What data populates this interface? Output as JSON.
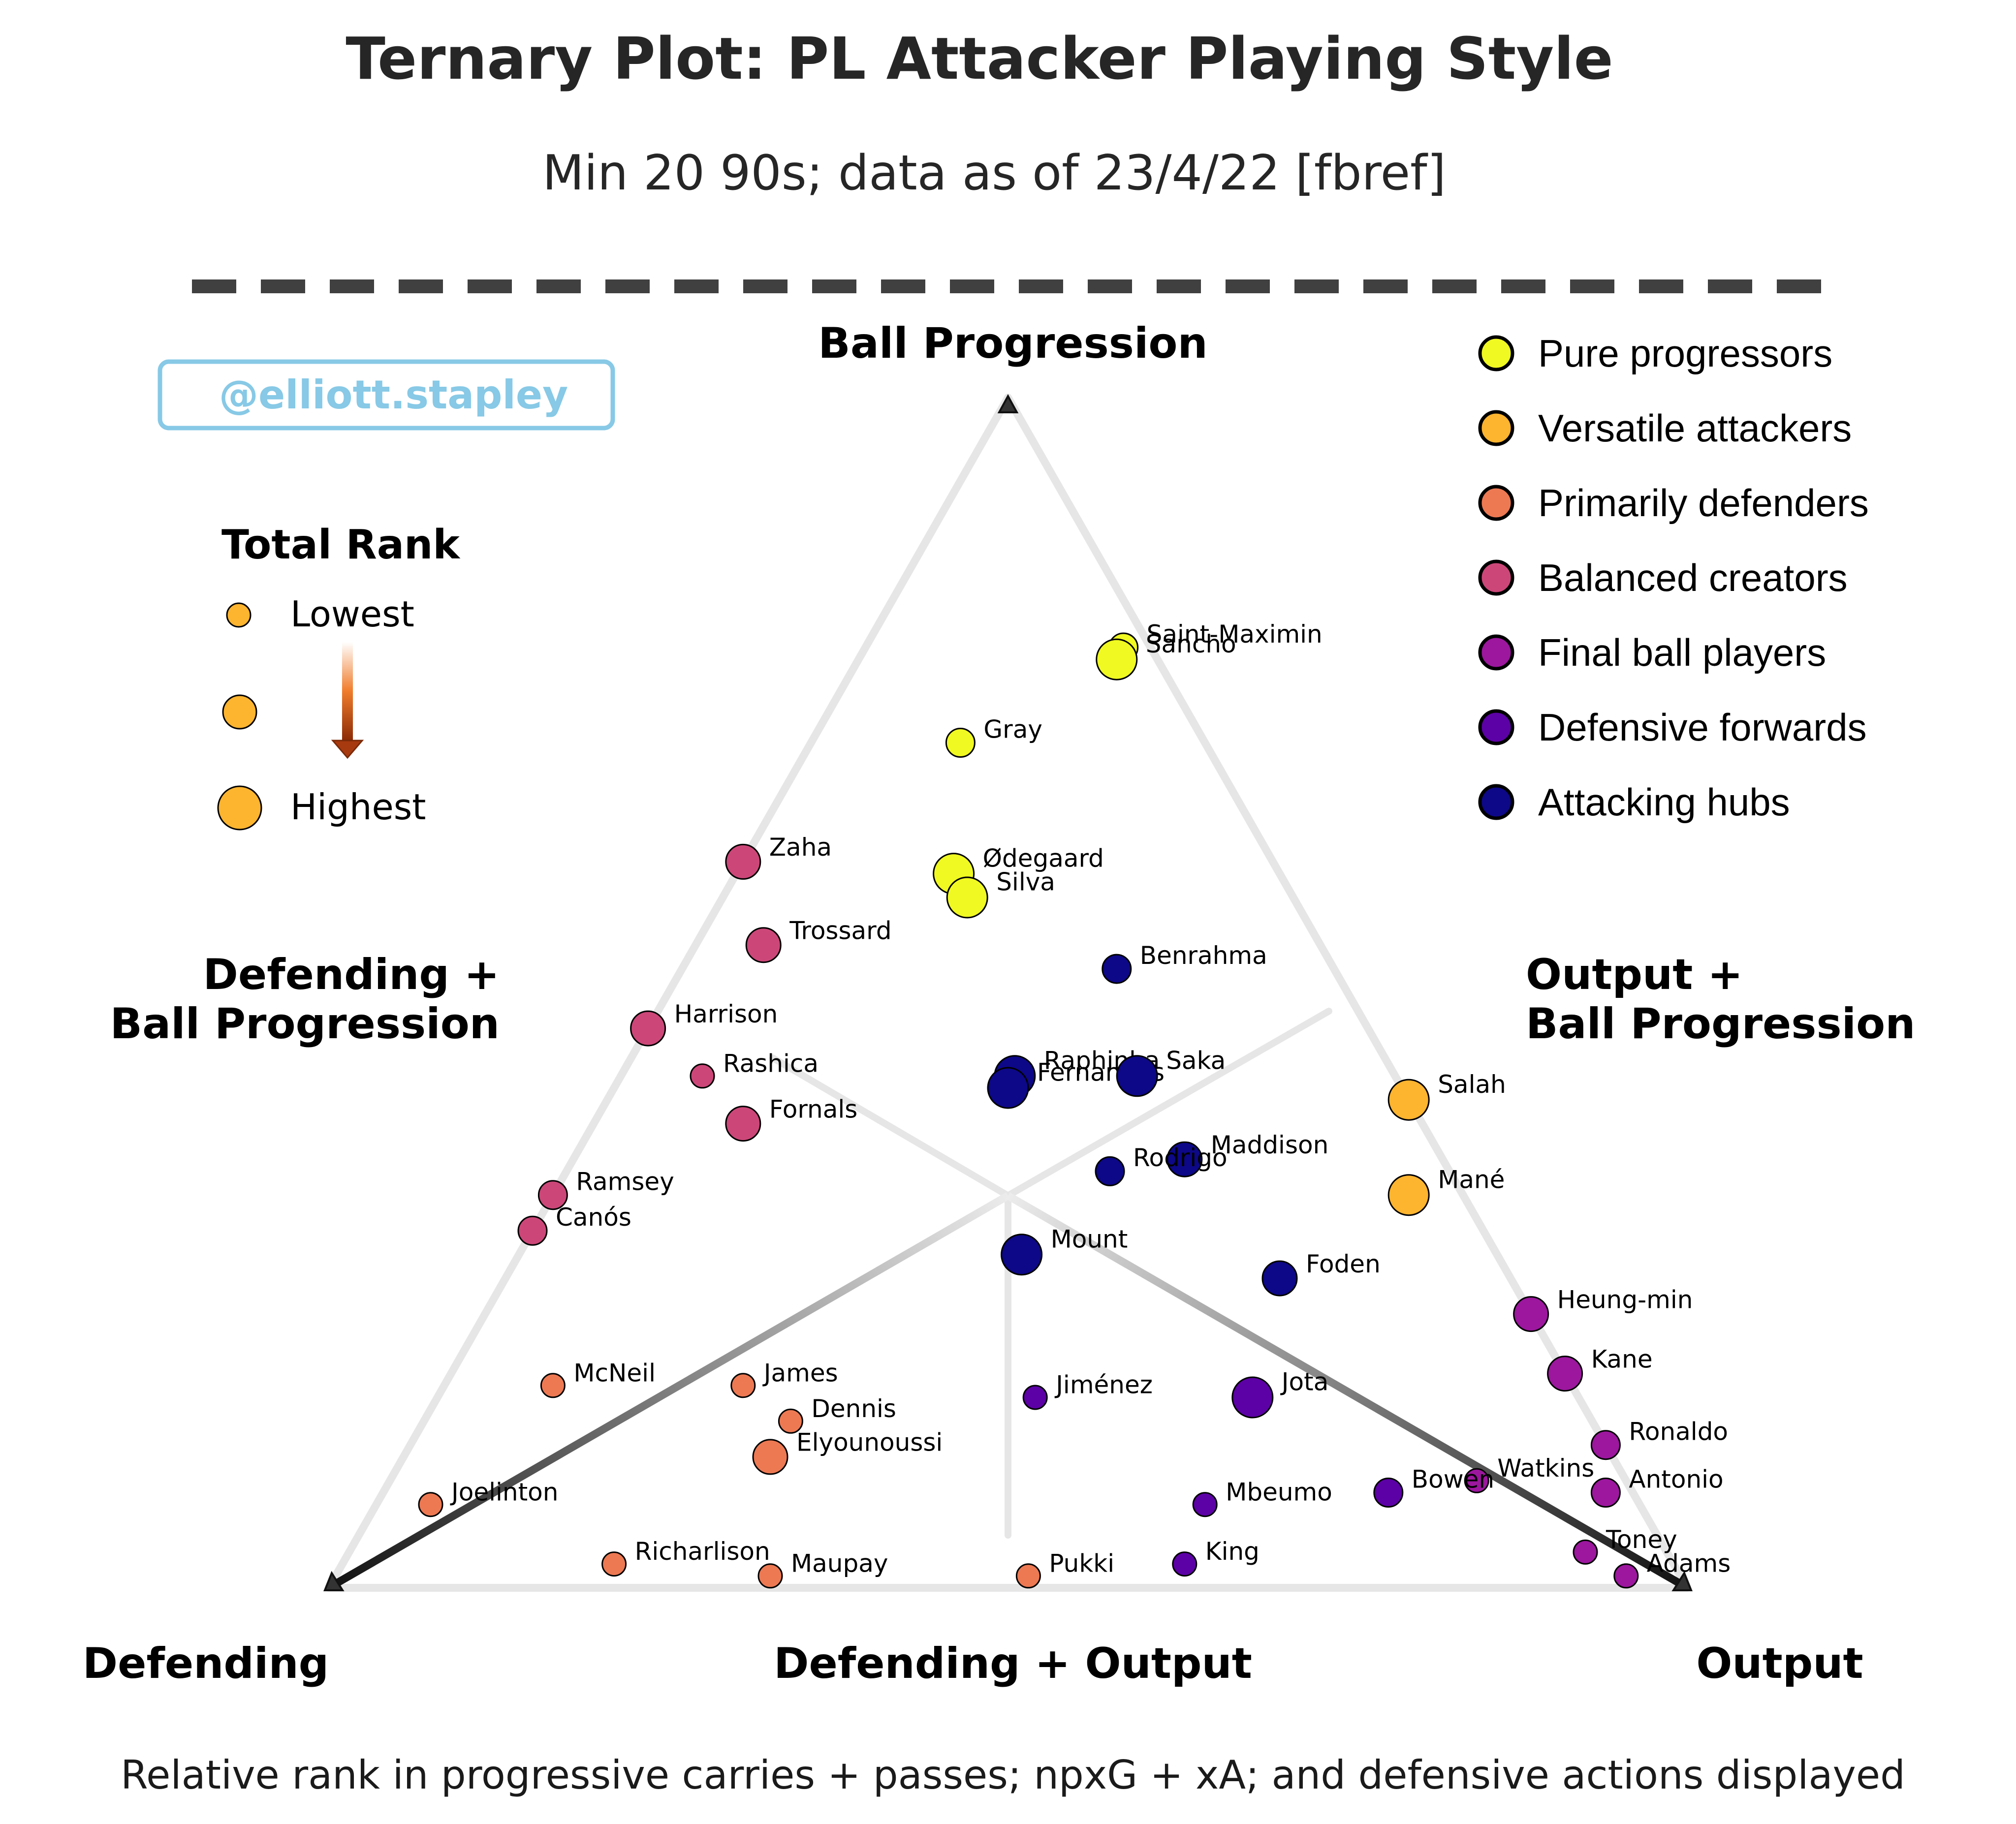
{
  "title": "Ternary Plot: PL Attacker Playing Style",
  "subtitle": "Min 20 90s; data as of 23/4/22 [fbref]",
  "footer": "Relative rank in progressive carries + passes; npxG + xA; and defensive actions displayed",
  "watermark": "@elliott.stapley",
  "vertex_labels": {
    "top": "Ball Progression",
    "left": "Defending",
    "right": "Output"
  },
  "edge_labels": {
    "left_line1": "Defending +",
    "left_line2": "Ball Progression",
    "right_line1": "Output +",
    "right_line2": "Ball Progression",
    "bottom": "Defending + Output"
  },
  "size_legend": {
    "title": "Total Rank",
    "lowest": "Lowest",
    "highest": "Highest"
  },
  "colors": {
    "Pure progressors": "#f0f921",
    "Versatile attackers": "#fdb42f",
    "Primarily defenders": "#ed7953",
    "Balanced creators": "#cc4778",
    "Final ball players": "#9c179e",
    "Defensive forwards": "#5c01a6",
    "Attacking hubs": "#0d0887"
  },
  "legend": [
    "Pure progressors",
    "Versatile attackers",
    "Primarily defenders",
    "Balanced creators",
    "Final ball players",
    "Defensive forwards",
    "Attacking hubs"
  ],
  "chart_data": {
    "type": "scatter",
    "subtype": "ternary",
    "axes": [
      "Ball Progression",
      "Defending",
      "Output"
    ],
    "note": "values are barycentric fractions (progression, defending, output); size_rank 1 = lowest total rank, 5 = highest",
    "points": [
      {
        "name": "Saint-Maximin",
        "group": "Pure progressors",
        "progression": 0.79,
        "defending": 0.02,
        "output": 0.19,
        "size_rank": 2
      },
      {
        "name": "Sancho",
        "group": "Pure progressors",
        "progression": 0.78,
        "defending": 0.03,
        "output": 0.19,
        "size_rank": 4
      },
      {
        "name": "Gray",
        "group": "Pure progressors",
        "progression": 0.71,
        "defending": 0.18,
        "output": 0.11,
        "size_rank": 2
      },
      {
        "name": "Ødegaard",
        "group": "Pure progressors",
        "progression": 0.6,
        "defending": 0.24,
        "output": 0.16,
        "size_rank": 4
      },
      {
        "name": "Silva",
        "group": "Pure progressors",
        "progression": 0.58,
        "defending": 0.24,
        "output": 0.18,
        "size_rank": 4
      },
      {
        "name": "Zaha",
        "group": "Balanced creators",
        "progression": 0.61,
        "defending": 0.39,
        "output": 0.0,
        "size_rank": 3
      },
      {
        "name": "Trossard",
        "group": "Balanced creators",
        "progression": 0.54,
        "defending": 0.41,
        "output": 0.05,
        "size_rank": 3
      },
      {
        "name": "Harrison",
        "group": "Balanced creators",
        "progression": 0.47,
        "defending": 0.53,
        "output": 0.0,
        "size_rank": 3
      },
      {
        "name": "Rashica",
        "group": "Balanced creators",
        "progression": 0.43,
        "defending": 0.51,
        "output": 0.06,
        "size_rank": 1
      },
      {
        "name": "Fornals",
        "group": "Balanced creators",
        "progression": 0.39,
        "defending": 0.5,
        "output": 0.11,
        "size_rank": 3
      },
      {
        "name": "Ramsey",
        "group": "Balanced creators",
        "progression": 0.33,
        "defending": 0.67,
        "output": 0.0,
        "size_rank": 2
      },
      {
        "name": "Canós",
        "group": "Balanced creators",
        "progression": 0.3,
        "defending": 0.7,
        "output": 0.0,
        "size_rank": 2
      },
      {
        "name": "Benrahma",
        "group": "Attacking hubs",
        "progression": 0.52,
        "defending": 0.16,
        "output": 0.32,
        "size_rank": 2
      },
      {
        "name": "Raphinha",
        "group": "Attacking hubs",
        "progression": 0.43,
        "defending": 0.28,
        "output": 0.29,
        "size_rank": 4
      },
      {
        "name": "Fernandes",
        "group": "Attacking hubs",
        "progression": 0.42,
        "defending": 0.29,
        "output": 0.29,
        "size_rank": 4
      },
      {
        "name": "Saka",
        "group": "Attacking hubs",
        "progression": 0.43,
        "defending": 0.19,
        "output": 0.38,
        "size_rank": 4
      },
      {
        "name": "Maddison",
        "group": "Attacking hubs",
        "progression": 0.36,
        "defending": 0.19,
        "output": 0.45,
        "size_rank": 3
      },
      {
        "name": "Rodrigo",
        "group": "Attacking hubs",
        "progression": 0.35,
        "defending": 0.25,
        "output": 0.4,
        "size_rank": 2
      },
      {
        "name": "Mount",
        "group": "Attacking hubs",
        "progression": 0.28,
        "defending": 0.35,
        "output": 0.37,
        "size_rank": 4
      },
      {
        "name": "Foden",
        "group": "Attacking hubs",
        "progression": 0.26,
        "defending": 0.17,
        "output": 0.57,
        "size_rank": 3
      },
      {
        "name": "Salah",
        "group": "Versatile attackers",
        "progression": 0.41,
        "defending": 0.0,
        "output": 0.59,
        "size_rank": 4
      },
      {
        "name": "Mané",
        "group": "Versatile attackers",
        "progression": 0.33,
        "defending": 0.04,
        "output": 0.63,
        "size_rank": 4
      },
      {
        "name": "Heung-min",
        "group": "Final ball players",
        "progression": 0.23,
        "defending": 0.0,
        "output": 0.77,
        "size_rank": 3
      },
      {
        "name": "Kane",
        "group": "Final ball players",
        "progression": 0.18,
        "defending": 0.0,
        "output": 0.82,
        "size_rank": 3
      },
      {
        "name": "Ronaldo",
        "group": "Final ball players",
        "progression": 0.12,
        "defending": 0.0,
        "output": 0.88,
        "size_rank": 2
      },
      {
        "name": "Antonio",
        "group": "Final ball players",
        "progression": 0.08,
        "defending": 0.02,
        "output": 0.9,
        "size_rank": 2
      },
      {
        "name": "Watkins",
        "group": "Final ball players",
        "progression": 0.09,
        "defending": 0.11,
        "output": 0.8,
        "size_rank": 1
      },
      {
        "name": "Toney",
        "group": "Final ball players",
        "progression": 0.03,
        "defending": 0.06,
        "output": 0.91,
        "size_rank": 1
      },
      {
        "name": "Adams",
        "group": "Final ball players",
        "progression": 0.01,
        "defending": 0.04,
        "output": 0.95,
        "size_rank": 1
      },
      {
        "name": "Jiménez",
        "group": "Defensive forwards",
        "progression": 0.16,
        "defending": 0.4,
        "output": 0.44,
        "size_rank": 1
      },
      {
        "name": "Jota",
        "group": "Defensive forwards",
        "progression": 0.16,
        "defending": 0.24,
        "output": 0.6,
        "size_rank": 4
      },
      {
        "name": "Mbeumo",
        "group": "Defensive forwards",
        "progression": 0.07,
        "defending": 0.32,
        "output": 0.61,
        "size_rank": 1
      },
      {
        "name": "Bowen",
        "group": "Defensive forwards",
        "progression": 0.08,
        "defending": 0.18,
        "output": 0.74,
        "size_rank": 2
      },
      {
        "name": "King",
        "group": "Defensive forwards",
        "progression": 0.02,
        "defending": 0.36,
        "output": 0.62,
        "size_rank": 1
      },
      {
        "name": "McNeil",
        "group": "Primarily defenders",
        "progression": 0.17,
        "defending": 0.75,
        "output": 0.08,
        "size_rank": 1
      },
      {
        "name": "James",
        "group": "Primarily defenders",
        "progression": 0.17,
        "defending": 0.61,
        "output": 0.22,
        "size_rank": 1
      },
      {
        "name": "Dennis",
        "group": "Primarily defenders",
        "progression": 0.14,
        "defending": 0.59,
        "output": 0.27,
        "size_rank": 1
      },
      {
        "name": "Elyounoussi",
        "group": "Primarily defenders",
        "progression": 0.11,
        "defending": 0.62,
        "output": 0.27,
        "size_rank": 3
      },
      {
        "name": "Joelinton",
        "group": "Primarily defenders",
        "progression": 0.07,
        "defending": 0.89,
        "output": 0.04,
        "size_rank": 1
      },
      {
        "name": "Richarlison",
        "group": "Primarily defenders",
        "progression": 0.02,
        "defending": 0.78,
        "output": 0.2,
        "size_rank": 1
      },
      {
        "name": "Maupay",
        "group": "Primarily defenders",
        "progression": 0.01,
        "defending": 0.67,
        "output": 0.32,
        "size_rank": 1
      },
      {
        "name": "Pukki",
        "group": "Primarily defenders",
        "progression": 0.01,
        "defending": 0.48,
        "output": 0.51,
        "size_rank": 1
      }
    ]
  }
}
